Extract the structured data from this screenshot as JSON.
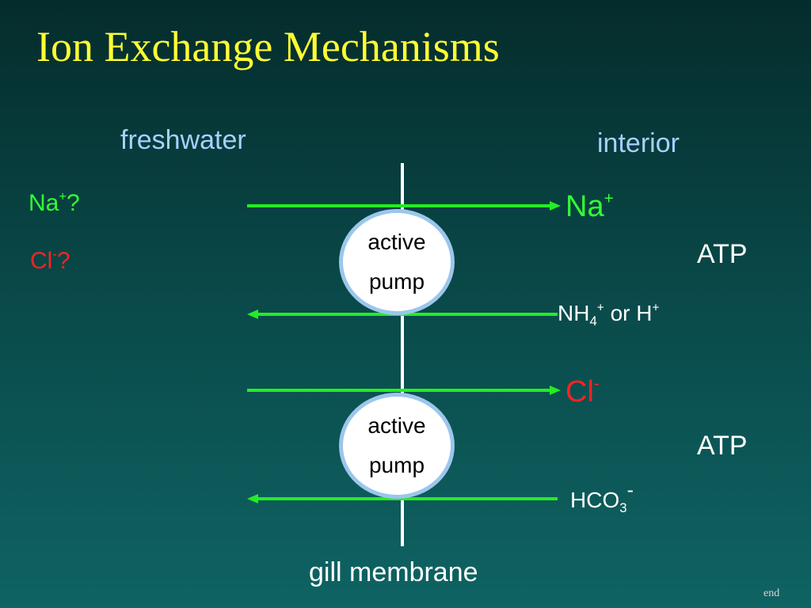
{
  "title": "Ion Exchange Mechanisms",
  "labels": {
    "freshwater": "freshwater",
    "interior": "interior",
    "gill_membrane": "gill membrane",
    "end": "end"
  },
  "freshwater_ions": {
    "na": {
      "base": "Na",
      "charge": "+",
      "suffix": "?"
    },
    "cl": {
      "base": "Cl",
      "charge": "-",
      "suffix": "?"
    }
  },
  "interior_ions": {
    "na": {
      "base": "Na",
      "charge": "+"
    },
    "cl": {
      "base": "Cl",
      "charge": "-"
    },
    "nh4_or_h": {
      "base": "NH",
      "sub": "4",
      "charge": "+",
      "mid": " or H",
      "charge2": "+"
    },
    "hco3": {
      "base": "HCO",
      "sub": "3",
      "charge": "-"
    }
  },
  "pumps": [
    {
      "line1": "active",
      "line2": "pump"
    },
    {
      "line1": "active",
      "line2": "pump"
    }
  ],
  "atp": [
    "ATP",
    "ATP"
  ],
  "colors": {
    "title": "#ffff33",
    "side_label": "#a8d0ff",
    "sodium": "#33ff33",
    "chloride": "#ff2222",
    "arrow": "#22ee22",
    "pump_border": "#9cc6ec"
  }
}
